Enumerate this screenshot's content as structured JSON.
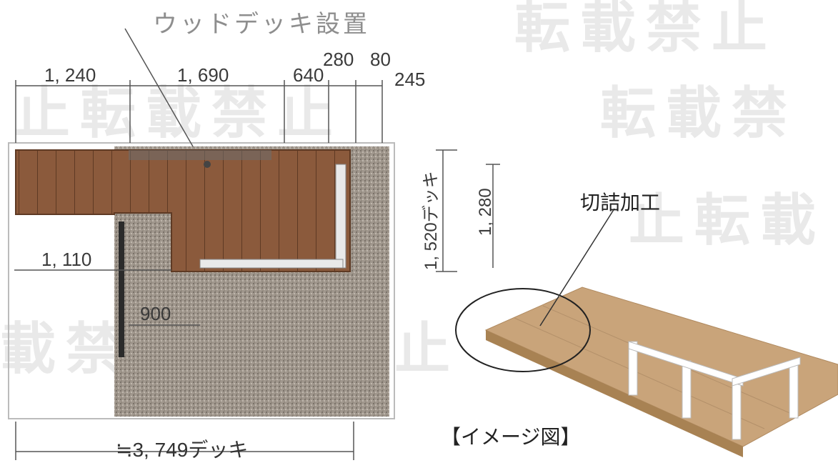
{
  "title": "ウッドデッキ設置",
  "dimensions": {
    "top": [
      "1, 240",
      "1, 690",
      "640",
      "280",
      "80",
      "245"
    ],
    "left_mid": "1, 110",
    "inner": "900",
    "vertical_outer": "1, 520デッキ",
    "vertical_inner": "1, 280",
    "bottom": "≒3, 749デッキ"
  },
  "callout": "切詰加工",
  "caption": "【イメージ図】",
  "watermark": [
    "転",
    "載",
    "禁",
    "止"
  ],
  "colors": {
    "deck": "#8b5a3c",
    "deck_dark": "#5e3a24",
    "gravel": "#9c948a",
    "deck_3d": "#c9a47a",
    "dim_line": "#555555"
  }
}
